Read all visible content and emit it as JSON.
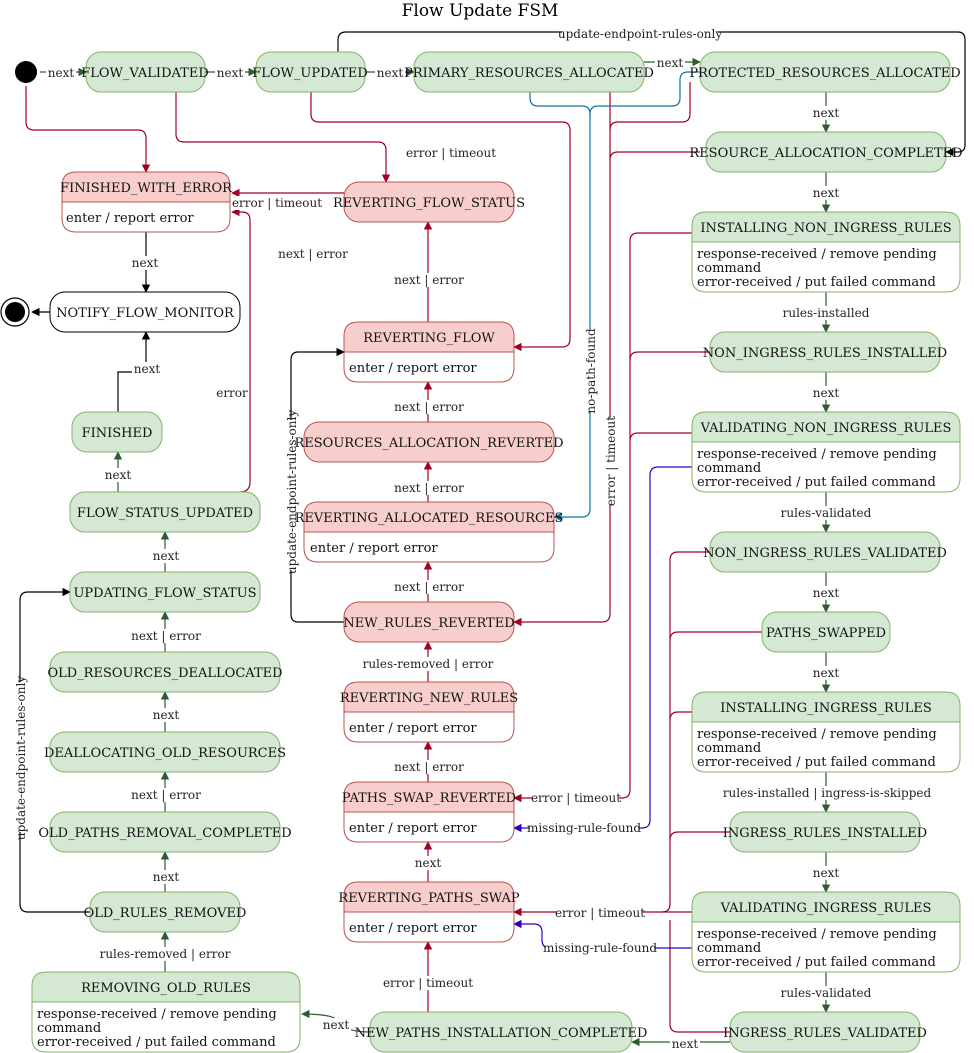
{
  "title": "Flow Update FSM",
  "colors": {
    "ok_fill": "#d5e8d4",
    "ok_stroke": "#82b366",
    "err_fill": "#f8cecc",
    "err_stroke": "#b85450",
    "arrow_green": "#2f5d2f",
    "arrow_red": "#a20025",
    "arrow_blue": "#10739e",
    "arrow_purple": "#2d00c6"
  },
  "states": {
    "flow_validated": "FLOW_VALIDATED",
    "flow_updated": "FLOW_UPDATED",
    "primary_resources_allocated": "PRIMARY_RESOURCES_ALLOCATED",
    "protected_resources_allocated": "PROTECTED_RESOURCES_ALLOCATED",
    "resource_allocation_completed": "RESOURCE_ALLOCATION_COMPLETED",
    "installing_non_ingress_rules": "INSTALLING_NON_INGRESS_RULES",
    "non_ingress_rules_installed": "NON_INGRESS_RULES_INSTALLED",
    "validating_non_ingress_rules": "VALIDATING_NON_INGRESS_RULES",
    "non_ingress_rules_validated": "NON_INGRESS_RULES_VALIDATED",
    "paths_swapped": "PATHS_SWAPPED",
    "installing_ingress_rules": "INSTALLING_INGRESS_RULES",
    "ingress_rules_installed": "INGRESS_RULES_INSTALLED",
    "validating_ingress_rules": "VALIDATING_INGRESS_RULES",
    "ingress_rules_validated": "INGRESS_RULES_VALIDATED",
    "new_paths_installation_completed": "NEW_PATHS_INSTALLATION_COMPLETED",
    "removing_old_rules": "REMOVING_OLD_RULES",
    "old_rules_removed": "OLD_RULES_REMOVED",
    "old_paths_removal_completed": "OLD_PATHS_REMOVAL_COMPLETED",
    "deallocating_old_resources": "DEALLOCATING_OLD_RESOURCES",
    "old_resources_deallocated": "OLD_RESOURCES_DEALLOCATED",
    "updating_flow_status": "UPDATING_FLOW_STATUS",
    "flow_status_updated": "FLOW_STATUS_UPDATED",
    "finished": "FINISHED",
    "notify_flow_monitor": "NOTIFY_FLOW_MONITOR",
    "finished_with_error": "FINISHED_WITH_ERROR",
    "reverting_flow_status": "REVERTING_FLOW_STATUS",
    "reverting_flow": "REVERTING_FLOW",
    "resources_allocation_reverted": "RESOURCES_ALLOCATION_REVERTED",
    "reverting_allocated_resources": "REVERTING_ALLOCATED_RESOURCES",
    "new_rules_reverted": "NEW_RULES_REVERTED",
    "reverting_new_rules": "REVERTING_NEW_RULES",
    "paths_swap_reverted": "PATHS_SWAP_REVERTED",
    "reverting_paths_swap": "REVERTING_PATHS_SWAP"
  },
  "bodies": {
    "report_error": "enter / report error",
    "cmd_line1": "response-received / remove pending",
    "cmd_line2": "command",
    "cmd_line3": "error-received / put failed command"
  },
  "labels": {
    "next": "next",
    "next_or_error": "next | error",
    "error_or_timeout": "error | timeout",
    "error": "error",
    "update_endpoint_rules_only": "update-endpoint-rules-only",
    "rules_installed": "rules-installed",
    "rules_validated": "rules-validated",
    "rules_installed_or_ingress_skipped": "rules-installed | ingress-is-skipped",
    "rules_removed_or_error": "rules-removed | error",
    "missing_rule_found": "missing-rule-found",
    "no_path_found": "no-path-found"
  }
}
